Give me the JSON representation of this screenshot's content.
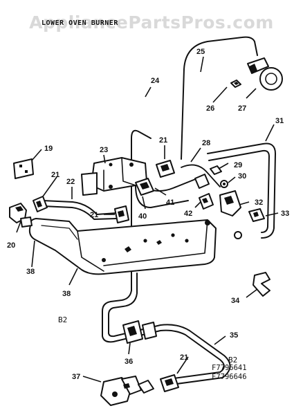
{
  "watermark": "AppliancePartsPros.com",
  "diagram_title": "LOWER OVEN BURNER",
  "section_label_left": "B2",
  "section_label_right": "B2",
  "part_numbers": [
    "F7796641",
    "F7796646"
  ],
  "callouts": {
    "c19": "19",
    "c20": "20",
    "c21_a": "21",
    "c21_b": "21",
    "c21_c": "21",
    "c21_d": "21",
    "c22": "22",
    "c23": "23",
    "c24": "24",
    "c25": "25",
    "c26": "26",
    "c27": "27",
    "c28": "28",
    "c29": "29",
    "c30": "30",
    "c31": "31",
    "c32": "32",
    "c33": "33",
    "c34": "34",
    "c35": "35",
    "c36": "36",
    "c37": "37",
    "c38_a": "38",
    "c38_b": "38",
    "c40": "40",
    "c41": "41",
    "c42": "42"
  }
}
